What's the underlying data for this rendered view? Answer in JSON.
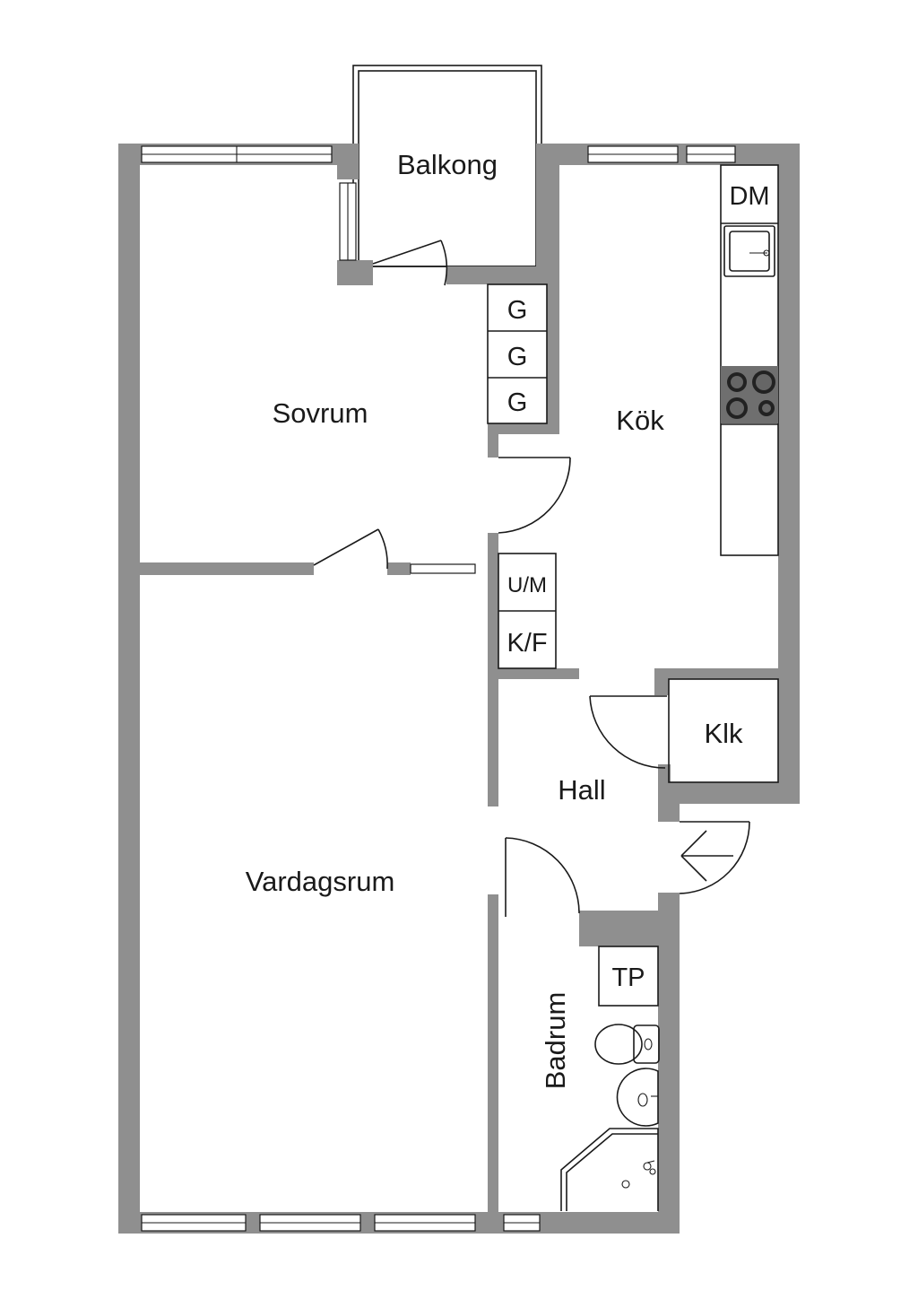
{
  "rooms": {
    "balcony": "Balkong",
    "bedroom": "Sovrum",
    "kitchen": "Kök",
    "living_room": "Vardagsrum",
    "hall": "Hall",
    "closet": "Klk",
    "bathroom": "Badrum"
  },
  "fixtures": {
    "dishwasher": "DM",
    "wardrobes": [
      "G",
      "G",
      "G"
    ],
    "oven_microwave": "U/M",
    "fridge_freezer": "K/F",
    "dryer": "TP"
  },
  "icons": [
    "sink-icon",
    "stove-icon",
    "toilet-icon",
    "washbasin-icon",
    "shower-icon",
    "entrance-arrow-icon"
  ]
}
